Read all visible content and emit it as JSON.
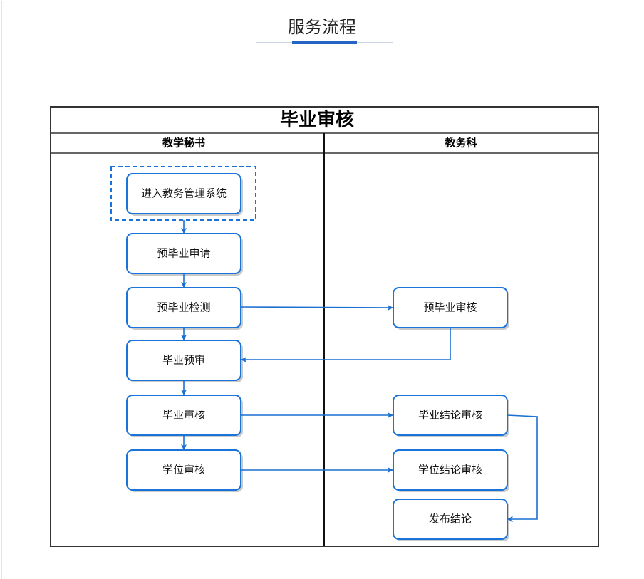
{
  "section_title": "服务流程",
  "accent_color": "#2563c4",
  "diagram": {
    "title": "毕业审核",
    "lanes": [
      "教学秘书",
      "教务科"
    ],
    "nodes": {
      "enter_system": "进入教务管理系统",
      "pre_apply": "预毕业申请",
      "pre_check": "预毕业检测",
      "pre_review": "预毕业审核",
      "grad_prereview": "毕业预审",
      "grad_review": "毕业审核",
      "grad_conclusion_review": "毕业结论审核",
      "degree_review": "学位审核",
      "degree_conclusion_review": "学位结论审核",
      "publish": "发布结论"
    },
    "edge_color": "#1a6fd0"
  }
}
